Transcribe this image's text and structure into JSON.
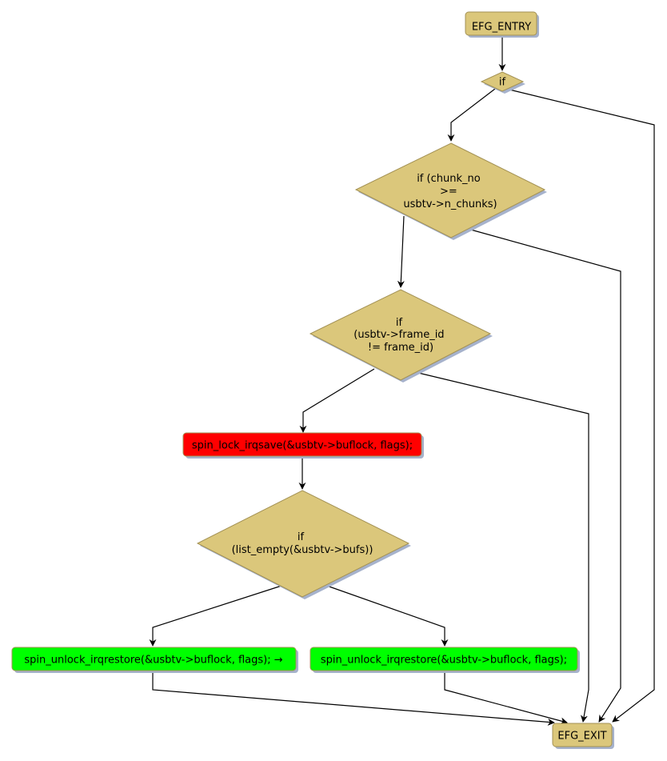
{
  "diagram": {
    "type": "control-flow-graph",
    "colors": {
      "decision": "#dbc77b",
      "decision_border": "#a39154",
      "shadow": "#a6b2cc",
      "entry_exit": "#dbc77b",
      "highlight_red": "#ff0000",
      "highlight_green": "#00ff00",
      "edge": "#000000"
    },
    "nodes": {
      "entry": {
        "label": "EFG_ENTRY",
        "kind": "terminal"
      },
      "if1": {
        "label": "if",
        "kind": "decision"
      },
      "if2": {
        "lines": [
          "if (chunk_no",
          ">=",
          "usbtv->n_chunks)"
        ],
        "kind": "decision"
      },
      "if3": {
        "lines": [
          "if",
          "(usbtv->frame_id",
          "!= frame_id)"
        ],
        "kind": "decision"
      },
      "lock": {
        "label": "spin_lock_irqsave(&usbtv->buflock, flags);",
        "kind": "statement-red"
      },
      "if4": {
        "lines": [
          "if",
          "(list_empty(&usbtv->bufs))"
        ],
        "kind": "decision"
      },
      "unlock_left": {
        "label": "spin_unlock_irqrestore(&usbtv->buflock, flags); →",
        "kind": "statement-green"
      },
      "unlock_right": {
        "label": "spin_unlock_irqrestore(&usbtv->buflock, flags);",
        "kind": "statement-green"
      },
      "exit": {
        "label": "EFG_EXIT",
        "kind": "terminal"
      }
    },
    "edges": [
      {
        "from": "entry",
        "to": "if1"
      },
      {
        "from": "if1",
        "to": "if2"
      },
      {
        "from": "if1",
        "to": "exit"
      },
      {
        "from": "if2",
        "to": "if3"
      },
      {
        "from": "if2",
        "to": "exit"
      },
      {
        "from": "if3",
        "to": "lock"
      },
      {
        "from": "if3",
        "to": "exit"
      },
      {
        "from": "lock",
        "to": "if4"
      },
      {
        "from": "if4",
        "to": "unlock_left"
      },
      {
        "from": "if4",
        "to": "unlock_right"
      },
      {
        "from": "unlock_left",
        "to": "exit"
      },
      {
        "from": "unlock_right",
        "to": "exit"
      }
    ]
  }
}
